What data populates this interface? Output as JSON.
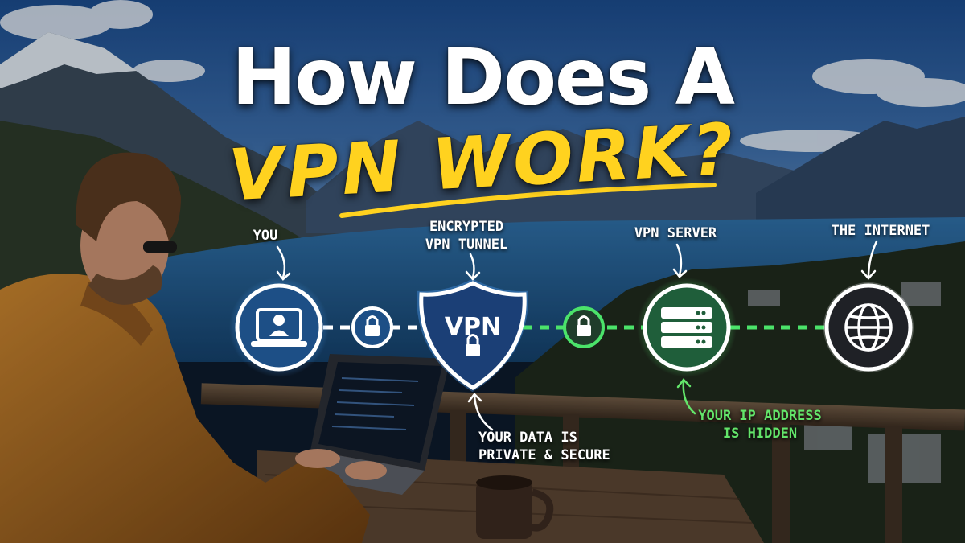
{
  "title": {
    "line1": "How Does A",
    "line2": "VPN WORK?"
  },
  "labels": {
    "you": "YOU",
    "tunnel": [
      "ENCRYPTED",
      "VPN TUNNEL"
    ],
    "server": "VPN SERVER",
    "internet": "THE INTERNET",
    "private": [
      "YOUR DATA IS",
      "PRIVATE & SECURE"
    ],
    "ip": [
      "YOUR IP ADDRESS",
      "IS HIDDEN"
    ]
  },
  "badges": {
    "shield": "VPN"
  },
  "colors": {
    "title": "#ffffff",
    "accent": "#ffd21f",
    "tunnel_dash": "#ffffff",
    "secure_dash": "#4be36a",
    "node_blue": "#1d4f86",
    "node_green": "#1f5e3a",
    "node_dark": "#1f2126"
  },
  "icons": [
    "user-laptop-icon",
    "lock-icon",
    "vpn-shield-icon",
    "server-stack-icon",
    "globe-icon",
    "arrow-icon"
  ]
}
